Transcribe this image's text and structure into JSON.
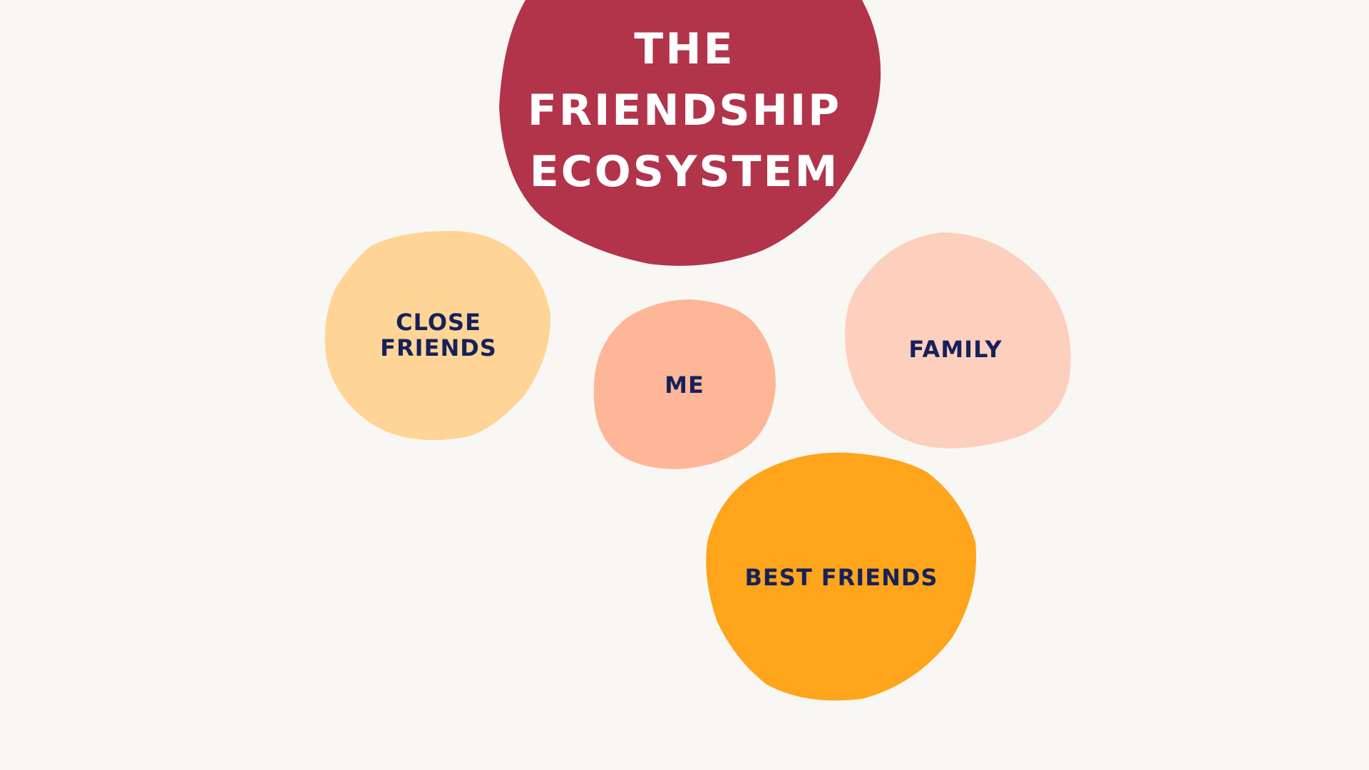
{
  "diagram": {
    "title": "THE\nFRIENDSHIP\nECOSYSTEM",
    "nodes": {
      "close_friends": "CLOSE\nFRIENDS",
      "me": "ME",
      "family": "FAMILY",
      "best_friends": "BEST FRIENDS"
    }
  },
  "colors": {
    "background": "#f9f7f3",
    "title_blob": "#b2344a",
    "close_friends_blob": "#fed596",
    "me_blob": "#feb698",
    "family_blob": "#fdcfbd",
    "best_friends_blob": "#fea51c",
    "title_text": "#ffffff",
    "node_text": "#16215a"
  }
}
